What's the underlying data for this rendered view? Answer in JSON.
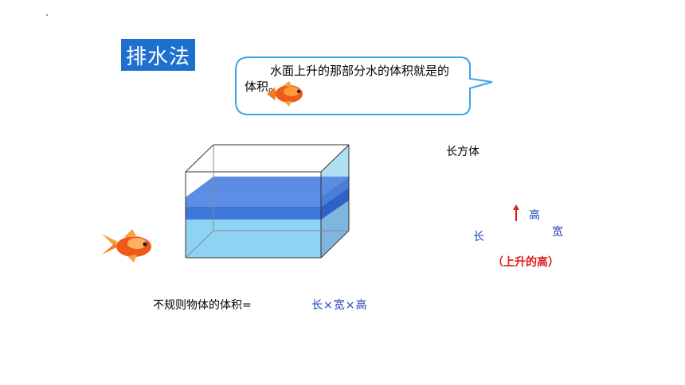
{
  "title": "排水法",
  "bubble": {
    "text": "水面上升的那部分水的体积就是的体积。"
  },
  "labels": {
    "cuboid": "长方体",
    "height": "高",
    "width": "宽",
    "length": "长",
    "rise_height": "（上升的高）"
  },
  "formula": {
    "left": "不规则物体的体积=",
    "right": "长×宽×高"
  },
  "colors": {
    "title_bg": "#1f6fcf",
    "bubble_border": "#3aa6e8",
    "water_light": "#8fd3f4",
    "water_dark": "#3f77d8",
    "emphasis_red": "#e11b1b",
    "label_blue": "#1f3fbf"
  },
  "icons": [
    "goldfish-icon",
    "up-arrow-icon"
  ]
}
